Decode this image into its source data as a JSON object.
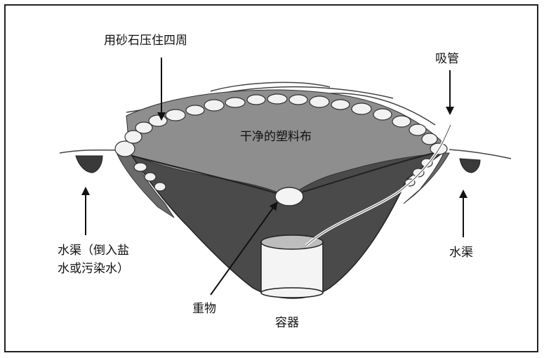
{
  "labels": {
    "rocks_label": "用砂石压住四周",
    "straw_label": "吸管",
    "sheet_label": "干净的塑料布",
    "channel_left_line1": "水渠（倒入盐",
    "channel_left_line2": "水或污染水）",
    "channel_right": "水渠",
    "weight_label": "重物",
    "container_label": "容器"
  },
  "colors": {
    "sheet": "#8a8a8a",
    "pit": "#4a4a4a",
    "frame": "#222222",
    "text": "#111111"
  }
}
